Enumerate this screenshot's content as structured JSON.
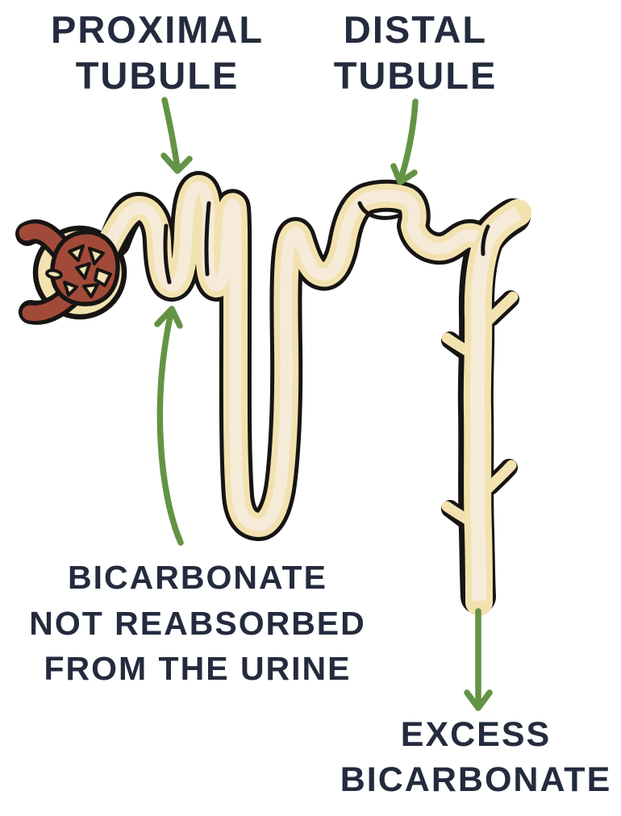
{
  "labels": {
    "proximal_tubule": {
      "line1": "PROXIMAL",
      "line2": "TUBULE"
    },
    "distal_tubule": {
      "line1": "DISTAL",
      "line2": "TUBULE"
    },
    "bicarbonate_note": {
      "line1": "BICARBONATE",
      "line2": "NOT REABSORBED",
      "line3": "FROM THE URINE"
    },
    "excess_bicarbonate": {
      "line1": "EXCESS",
      "line2": "BICARBONATE"
    }
  },
  "colors": {
    "background": "#ffffff",
    "outline": "#171513",
    "tubule-fill": "#f2e2b0",
    "tubule-highlight": "#f6ead9",
    "glomerulus-red": "#a24a39",
    "arrow-green": "#649345",
    "text-navy": "#252b3e"
  }
}
